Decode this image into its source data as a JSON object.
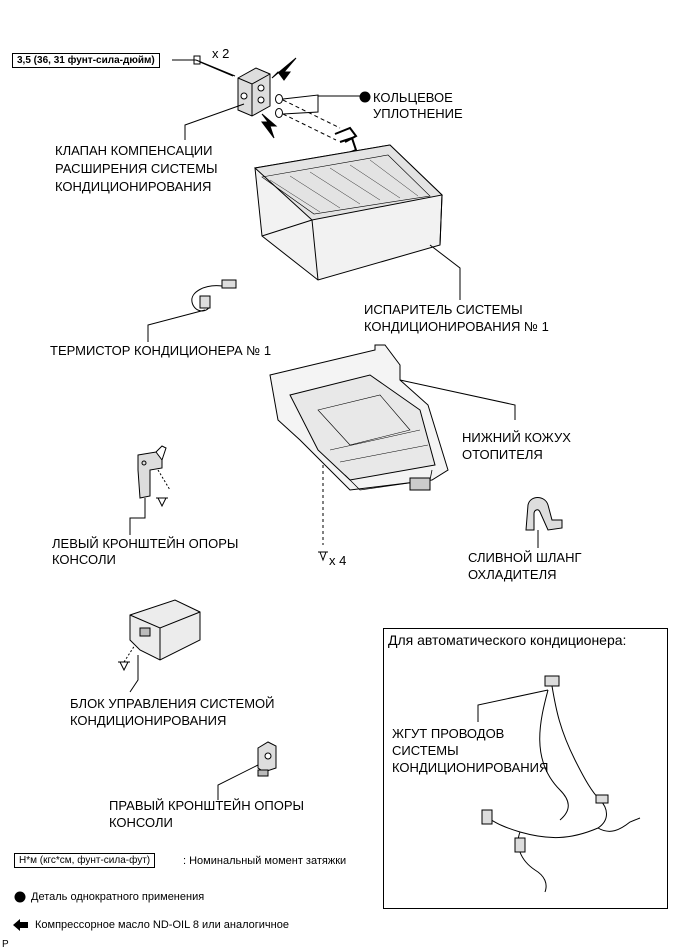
{
  "torque_spec": "3,5 (36, 31 фунт-сила-дюйм)",
  "bolt_qty_valve": "x 2",
  "bolt_qty_case": "x 4",
  "labels": {
    "o_ring": [
      "КОЛЬЦЕВОЕ",
      "УПЛОТНЕНИЕ"
    ],
    "expansion_valve": [
      "КЛАПАН КОМПЕНСАЦИИ",
      "РАСШИРЕНИЯ СИСТЕМЫ",
      "КОНДИЦИОНИРОВАНИЯ"
    ],
    "evaporator": [
      "ИСПАРИТЕЛЬ СИСТЕМЫ",
      "КОНДИЦИОНИРОВАНИЯ № 1"
    ],
    "thermistor": "ТЕРМИСТОР КОНДИЦИОНЕРА № 1",
    "lower_case": [
      "НИЖНИЙ КОЖУХ",
      "ОТОПИТЕЛЯ"
    ],
    "left_bracket": [
      "ЛЕВЫЙ КРОНШТЕЙН ОПОРЫ",
      "КОНСОЛИ"
    ],
    "drain_hose": [
      "СЛИВНОЙ ШЛАНГ",
      "ОХЛАДИТЕЛЯ"
    ],
    "control_unit": [
      "БЛОК УПРАВЛЕНИЯ СИСТЕМОЙ",
      "КОНДИЦИОНИРОВАНИЯ"
    ],
    "right_bracket": [
      "ПРАВЫЙ КРОНШТЕЙН ОПОРЫ",
      "КОНСОЛИ"
    ],
    "harness": [
      "ЖГУТ ПРОВОДОВ",
      "СИСТЕМЫ",
      "КОНДИЦИОНИРОВАНИЯ"
    ]
  },
  "auto_ac_title": "Для автоматического кондиционера:",
  "legend": {
    "torque_unit": "Н*м (кгс*см, фунт-сила-фут)",
    "torque_desc": ": Номинальный момент затяжки",
    "one_time": "Деталь однократного применения",
    "oil": "Компрессорное масло ND-OIL 8 или аналогичное"
  },
  "corner_mark": "P"
}
